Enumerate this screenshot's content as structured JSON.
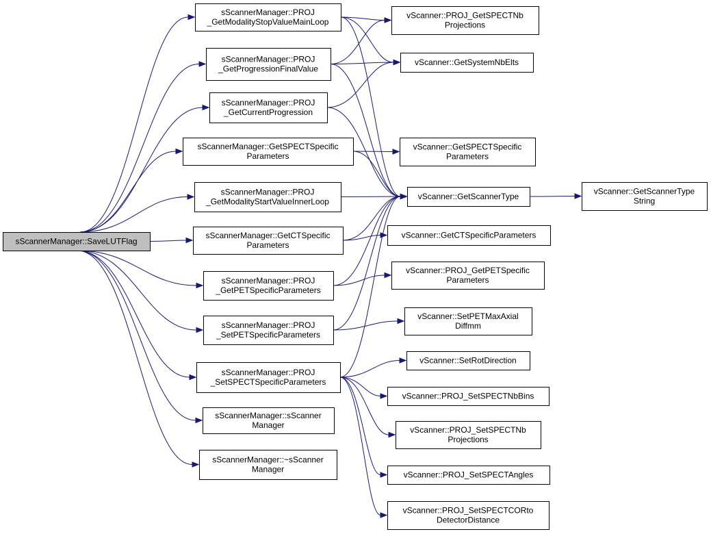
{
  "colors": {
    "node_fill": "#ffffff",
    "root_fill": "#bfbfbf",
    "border": "#000000",
    "edge": "#191970",
    "text": "#000000"
  },
  "nodes": [
    {
      "id": "root",
      "lines": [
        "sScannerManager::SaveLUTFlag"
      ]
    },
    {
      "id": "gmsv",
      "lines": [
        "sScannerManager::PROJ",
        "_GetModalityStopValueMainLoop"
      ]
    },
    {
      "id": "gpfv",
      "lines": [
        "sScannerManager::PROJ",
        "_GetProgressionFinalValue"
      ]
    },
    {
      "id": "gcp",
      "lines": [
        "sScannerManager::PROJ",
        "_GetCurrentProgression"
      ]
    },
    {
      "id": "gsp",
      "lines": [
        "sScannerManager::GetSPECTSpecific",
        "Parameters"
      ]
    },
    {
      "id": "gmst",
      "lines": [
        "sScannerManager::PROJ",
        "_GetModalityStartValueInnerLoop"
      ]
    },
    {
      "id": "gctp",
      "lines": [
        "sScannerManager::GetCTSpecific",
        "Parameters"
      ]
    },
    {
      "id": "gpet",
      "lines": [
        "sScannerManager::PROJ",
        "_GetPETSpecificParameters"
      ]
    },
    {
      "id": "spet",
      "lines": [
        "sScannerManager::PROJ",
        "_SetPETSpecificParameters"
      ]
    },
    {
      "id": "sspect",
      "lines": [
        "sScannerManager::PROJ",
        "_SetSPECTSpecificParameters"
      ]
    },
    {
      "id": "ctor",
      "lines": [
        "sScannerManager::sScanner",
        "Manager"
      ]
    },
    {
      "id": "dtor",
      "lines": [
        "sScannerManager::~sScanner",
        "Manager"
      ]
    },
    {
      "id": "v_nbproj",
      "lines": [
        "vScanner::PROJ_GetSPECTNb",
        "Projections"
      ]
    },
    {
      "id": "v_nbelts",
      "lines": [
        "vScanner::GetSystemNbElts"
      ]
    },
    {
      "id": "v_spect",
      "lines": [
        "vScanner::GetSPECTSpecific",
        "Parameters"
      ]
    },
    {
      "id": "v_type",
      "lines": [
        "vScanner::GetScannerType"
      ]
    },
    {
      "id": "v_typestr",
      "lines": [
        "vScanner::GetScannerType",
        "String"
      ]
    },
    {
      "id": "v_ct",
      "lines": [
        "vScanner::GetCTSpecificParameters"
      ]
    },
    {
      "id": "v_pet",
      "lines": [
        "vScanner::PROJ_GetPETSpecific",
        "Parameters"
      ]
    },
    {
      "id": "v_maxax",
      "lines": [
        "vScanner::SetPETMaxAxial",
        "Diffmm"
      ]
    },
    {
      "id": "v_rot",
      "lines": [
        "vScanner::SetRotDirection"
      ]
    },
    {
      "id": "v_nbbins",
      "lines": [
        "vScanner::PROJ_SetSPECTNbBins"
      ]
    },
    {
      "id": "v_setnbproj",
      "lines": [
        "vScanner::PROJ_SetSPECTNb",
        "Projections"
      ]
    },
    {
      "id": "v_angles",
      "lines": [
        "vScanner::PROJ_SetSPECTAngles"
      ]
    },
    {
      "id": "v_cor",
      "lines": [
        "vScanner::PROJ_SetSPECTCORto",
        "DetectorDistance"
      ]
    }
  ],
  "edges": [
    {
      "from": "root",
      "to": "gmsv"
    },
    {
      "from": "root",
      "to": "gpfv"
    },
    {
      "from": "root",
      "to": "gcp"
    },
    {
      "from": "root",
      "to": "gsp"
    },
    {
      "from": "root",
      "to": "gmst"
    },
    {
      "from": "root",
      "to": "gctp"
    },
    {
      "from": "root",
      "to": "gpet"
    },
    {
      "from": "root",
      "to": "spet"
    },
    {
      "from": "root",
      "to": "sspect"
    },
    {
      "from": "root",
      "to": "ctor"
    },
    {
      "from": "root",
      "to": "dtor"
    },
    {
      "from": "gmsv",
      "to": "v_nbproj"
    },
    {
      "from": "gmsv",
      "to": "v_nbelts"
    },
    {
      "from": "gmsv",
      "to": "v_type"
    },
    {
      "from": "gpfv",
      "to": "v_nbproj"
    },
    {
      "from": "gpfv",
      "to": "v_nbelts"
    },
    {
      "from": "gpfv",
      "to": "v_type"
    },
    {
      "from": "gcp",
      "to": "v_nbelts"
    },
    {
      "from": "gcp",
      "to": "v_type"
    },
    {
      "from": "gsp",
      "to": "v_spect"
    },
    {
      "from": "gsp",
      "to": "v_type"
    },
    {
      "from": "gmst",
      "to": "v_type"
    },
    {
      "from": "gctp",
      "to": "v_type"
    },
    {
      "from": "gctp",
      "to": "v_ct"
    },
    {
      "from": "gpet",
      "to": "v_type"
    },
    {
      "from": "gpet",
      "to": "v_pet"
    },
    {
      "from": "spet",
      "to": "v_type"
    },
    {
      "from": "spet",
      "to": "v_maxax"
    },
    {
      "from": "sspect",
      "to": "v_type"
    },
    {
      "from": "sspect",
      "to": "v_rot"
    },
    {
      "from": "sspect",
      "to": "v_nbbins"
    },
    {
      "from": "sspect",
      "to": "v_setnbproj"
    },
    {
      "from": "sspect",
      "to": "v_angles"
    },
    {
      "from": "sspect",
      "to": "v_cor"
    },
    {
      "from": "v_type",
      "to": "v_typestr"
    }
  ]
}
